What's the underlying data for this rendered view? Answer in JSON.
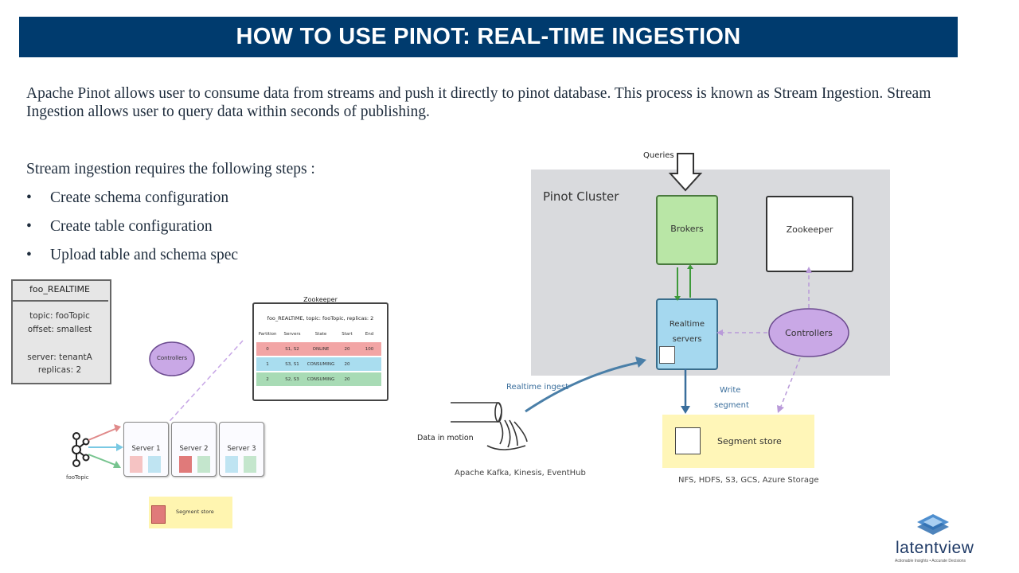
{
  "header": {
    "title": "HOW TO USE PINOT: REAL-TIME INGESTION"
  },
  "intro": "Apache Pinot allows user to consume data from streams and push it directly to pinot database. This process is known as Stream Ingestion. Stream Ingestion allows user to query data within seconds of publishing.",
  "steps": {
    "heading": "Stream ingestion requires the following steps :",
    "items": [
      "Create schema configuration",
      "Create table configuration",
      "Upload table and schema spec"
    ]
  },
  "left_diagram": {
    "table_box": {
      "title": "foo_REALTIME",
      "topic": "topic: fooTopic",
      "offset": "offset: smallest",
      "server": "server: tenantA",
      "replicas": "replicas: 2"
    },
    "controllers": "Controllers",
    "zookeeper": {
      "title": "Zookeeper",
      "subtitle": "foo_REALTIME, topic: fooTopic, replicas: 2",
      "columns": [
        "Partition",
        "Servers",
        "State",
        "Start",
        "End"
      ],
      "rows": [
        [
          "0",
          "S1, S2",
          "ONLINE",
          "20",
          "100"
        ],
        [
          "1",
          "S3, S1",
          "CONSUMING",
          "20",
          ""
        ],
        [
          "2",
          "S2, S3",
          "CONSUMING",
          "20",
          ""
        ]
      ]
    },
    "servers": [
      "Server 1",
      "Server 2",
      "Server 3"
    ],
    "kafka_label": "fooTopic",
    "segment_store": "Segment store"
  },
  "right_diagram": {
    "queries": "Queries",
    "cluster_label": "Pinot Cluster",
    "brokers": "Brokers",
    "zookeeper": "Zookeeper",
    "realtime": [
      "Realtime",
      "servers"
    ],
    "controllers": "Controllers",
    "realtime_ingest": "Realtime ingest",
    "data_in_motion": "Data in motion",
    "sources": "Apache Kafka, Kinesis, EventHub",
    "write_segment": [
      "Write",
      "segment"
    ],
    "segment_store": "Segment store",
    "storage": "NFS, HDFS, S3, GCS, Azure Storage"
  },
  "logo": {
    "text": "latentview",
    "tagline": "Actionable Insights • Accurate Decisions"
  },
  "colors": {
    "title_bar": "#003b6e",
    "brokers": "#b9e6a6",
    "realtime": "#a5d8ef",
    "controllers": "#c9a8e6",
    "segment_store": "#fff6b8",
    "cluster": "#d9dadd"
  }
}
